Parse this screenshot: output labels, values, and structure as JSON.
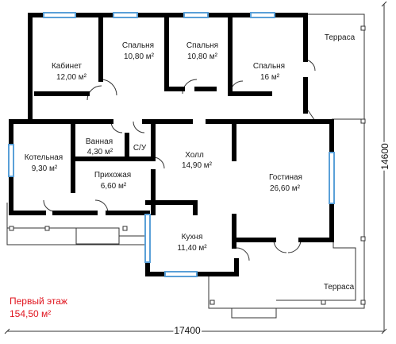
{
  "floor": {
    "title": "Первый этаж",
    "area": "154,50 м²"
  },
  "dimensions": {
    "width": "17400",
    "depth": "14600"
  },
  "rooms": {
    "kabinet": {
      "name": "Кабинет",
      "area": "12,00 м²"
    },
    "spalnya1": {
      "name": "Спальня",
      "area": "10,80 м²"
    },
    "spalnya2": {
      "name": "Спальня",
      "area": "10,80 м²"
    },
    "spalnya3": {
      "name": "Спальня",
      "area": "16 м²"
    },
    "terrasa1": {
      "name": "Терраса"
    },
    "kotelnaya": {
      "name": "Котельная",
      "area": "9,30 м²"
    },
    "vannaya": {
      "name": "Ванная",
      "area": "4,30 м²"
    },
    "su": {
      "name": "С/У"
    },
    "holl": {
      "name": "Холл",
      "area": "14,90 м²"
    },
    "gostinaya": {
      "name": "Гостиная",
      "area": "26,60 м²"
    },
    "prihozhaya": {
      "name": "Прихожая",
      "area": "6,60 м²"
    },
    "kuhnya": {
      "name": "Кухня",
      "area": "11,40 м²"
    },
    "terrasa2": {
      "name": "Терраса"
    }
  },
  "colors": {
    "wall": "#000000",
    "window": "#5aa0d8",
    "thin": "#333333",
    "label": "#1a1a1a",
    "floor_label": "#e0141e"
  }
}
